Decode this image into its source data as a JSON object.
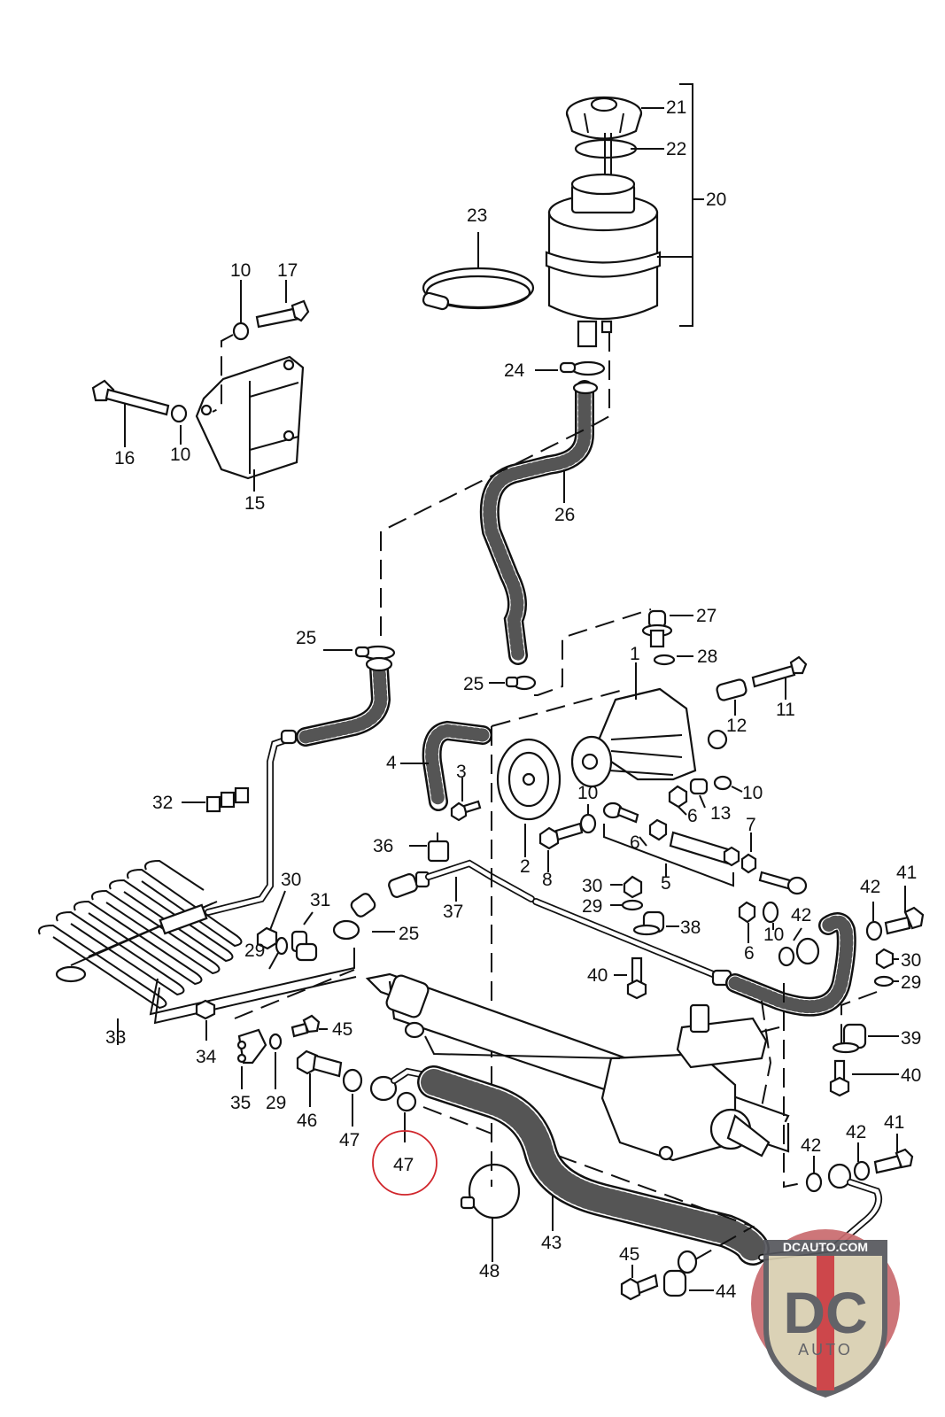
{
  "diagram": {
    "title": "Power steering system exploded parts view",
    "callouts": [
      {
        "id": "c1",
        "text": "1"
      },
      {
        "id": "c2",
        "text": "2"
      },
      {
        "id": "c3",
        "text": "3"
      },
      {
        "id": "c4",
        "text": "4"
      },
      {
        "id": "c5",
        "text": "5"
      },
      {
        "id": "c6a",
        "text": "6"
      },
      {
        "id": "c6b",
        "text": "6"
      },
      {
        "id": "c6c",
        "text": "6"
      },
      {
        "id": "c7",
        "text": "7"
      },
      {
        "id": "c8",
        "text": "8"
      },
      {
        "id": "c10a",
        "text": "10"
      },
      {
        "id": "c10b",
        "text": "10"
      },
      {
        "id": "c10c",
        "text": "10"
      },
      {
        "id": "c10d",
        "text": "10"
      },
      {
        "id": "c10e",
        "text": "10"
      },
      {
        "id": "c11",
        "text": "11"
      },
      {
        "id": "c12",
        "text": "12"
      },
      {
        "id": "c13",
        "text": "13"
      },
      {
        "id": "c15",
        "text": "15"
      },
      {
        "id": "c16",
        "text": "16"
      },
      {
        "id": "c17",
        "text": "17"
      },
      {
        "id": "c20",
        "text": "20"
      },
      {
        "id": "c21",
        "text": "21"
      },
      {
        "id": "c22",
        "text": "22"
      },
      {
        "id": "c23",
        "text": "23"
      },
      {
        "id": "c24",
        "text": "24"
      },
      {
        "id": "c25a",
        "text": "25"
      },
      {
        "id": "c25b",
        "text": "25"
      },
      {
        "id": "c25c",
        "text": "25"
      },
      {
        "id": "c26",
        "text": "26"
      },
      {
        "id": "c27",
        "text": "27"
      },
      {
        "id": "c28",
        "text": "28"
      },
      {
        "id": "c29a",
        "text": "29"
      },
      {
        "id": "c29b",
        "text": "29"
      },
      {
        "id": "c29c",
        "text": "29"
      },
      {
        "id": "c29d",
        "text": "29"
      },
      {
        "id": "c30a",
        "text": "30"
      },
      {
        "id": "c30b",
        "text": "30"
      },
      {
        "id": "c30c",
        "text": "30"
      },
      {
        "id": "c31",
        "text": "31"
      },
      {
        "id": "c32",
        "text": "32"
      },
      {
        "id": "c33",
        "text": "33"
      },
      {
        "id": "c34",
        "text": "34"
      },
      {
        "id": "c35",
        "text": "35"
      },
      {
        "id": "c36",
        "text": "36"
      },
      {
        "id": "c37",
        "text": "37"
      },
      {
        "id": "c38",
        "text": "38"
      },
      {
        "id": "c39",
        "text": "39"
      },
      {
        "id": "c40a",
        "text": "40"
      },
      {
        "id": "c40b",
        "text": "40"
      },
      {
        "id": "c41a",
        "text": "41"
      },
      {
        "id": "c41b",
        "text": "41"
      },
      {
        "id": "c42a",
        "text": "42"
      },
      {
        "id": "c42b",
        "text": "42"
      },
      {
        "id": "c42c",
        "text": "42"
      },
      {
        "id": "c42d",
        "text": "42"
      },
      {
        "id": "c43",
        "text": "43"
      },
      {
        "id": "c44",
        "text": "44"
      },
      {
        "id": "c45a",
        "text": "45"
      },
      {
        "id": "c45b",
        "text": "45"
      },
      {
        "id": "c46",
        "text": "46"
      },
      {
        "id": "c47a",
        "text": "47"
      },
      {
        "id": "c47b",
        "text": "47"
      },
      {
        "id": "c48",
        "text": "48"
      }
    ],
    "highlight": {
      "callout": "47",
      "color": "#d0262c"
    }
  },
  "watermark": {
    "top_text": "DCAUTO.COM",
    "main_text": "DC",
    "sub_text": "AUTO",
    "circle_color": "#c96a6e",
    "shield_color": "#d9cfb0",
    "letter_color": "#55565c",
    "stripe_color": "#c9383c"
  }
}
